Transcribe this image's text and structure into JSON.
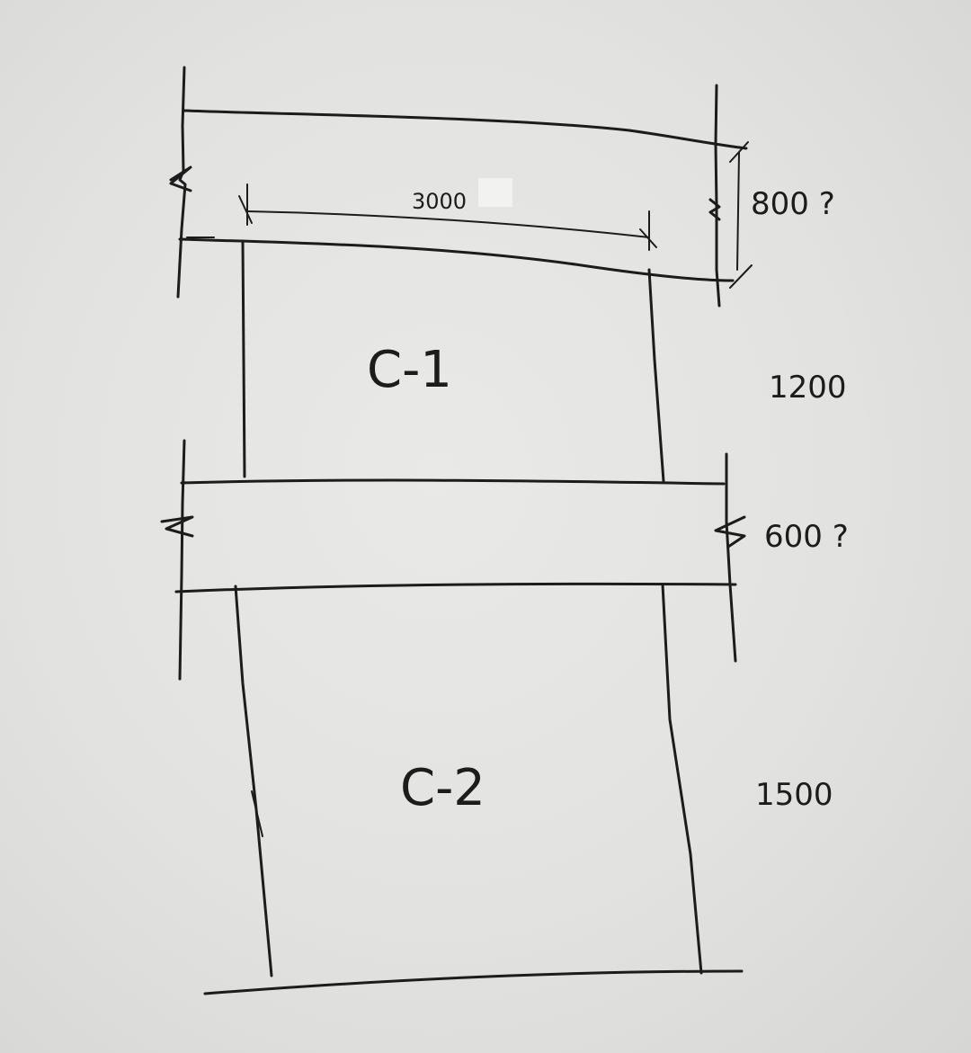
{
  "dimensions": {
    "top_width": "3000",
    "top_beam_height": "800 ?",
    "middle_height": "1200",
    "middle_beam_height": "600 ?",
    "bottom_height": "1500"
  },
  "panels": {
    "upper": "C-1",
    "lower": "C-2"
  }
}
